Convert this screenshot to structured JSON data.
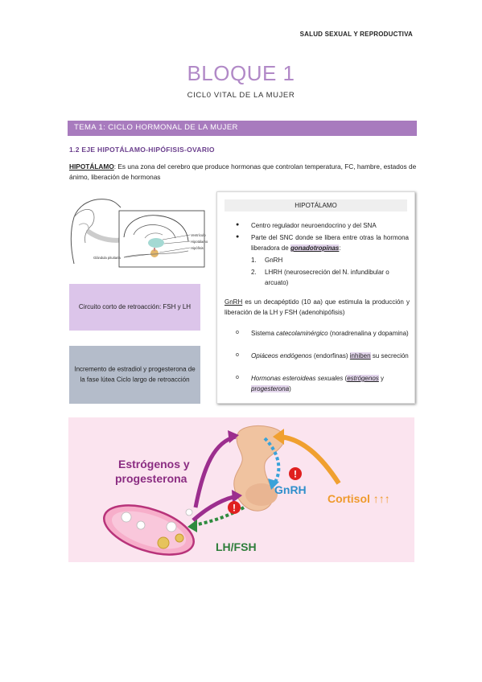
{
  "header": {
    "subject": "SALUD SEXUAL Y REPRODUCTIVA"
  },
  "title": "BLOQUE 1",
  "subtitle": "CICL0 VITAL DE LA MUJER",
  "topic": "TEMA 1: CICLO HORMONAL DE LA MUJER",
  "section": "1.2 EJE HIPOTÁLAMO-HIPÓFISIS-OVARIO",
  "hipotalamo_para": {
    "term": "HIPOTÁLAMO",
    "text": ": Es una zona del cerebro que produce hormonas que controlan temperatura, FC, hambre, estados de ánimo, liberación de hormonas"
  },
  "brain_labels": {
    "l1": "Ventrículo",
    "l2": "Hipotálamo",
    "l3": "Hipófisis",
    "l4": "Glándula pituitaria"
  },
  "boxes": {
    "short": "Circuito corto de retroacción: FSH y LH",
    "long": "Incremento de estradiol y progesterona de la fase lútea Ciclo largo de retroacción"
  },
  "panel": {
    "heading": "HIPOTÁLAMO",
    "b1": "Centro regulador neuroendocrino y del SNA",
    "b2a": "Parte del SNC donde se libera entre otras la",
    "b2b": "hormona liberadora de",
    "b2c": "gonadotropinas",
    "b2d": ":",
    "n1": "GnRH",
    "n2": "LHRH (neurosecreción del N. infundibular o arcuato)",
    "gnrh_term": "GnRH",
    "gnrh_rest_1": " es un decapéptido (10 aa) que estimula la",
    "gnrh_rest_2": "producción y liberación de la LH y FSH (adenohipófisis)",
    "s1a": "Sistema",
    "s1b": "catecolaminérgico",
    "s1c": "(noradrenalina y",
    "s1d": "dopamina)",
    "s2a": "Opiáceos endógenos",
    "s2b": "(endorfinas)",
    "s2c": "inhiben",
    "s2d": "su",
    "s2e": "secreción",
    "s3a": "Hormonas esteroideas sexuales",
    "s3b": "(",
    "s3c": "estrógenos",
    "s3d": "y",
    "s3e": "progesterona",
    "s3f": ")"
  },
  "diagram": {
    "estrogenos": "Estrógenos y",
    "progesterona": "progesterona",
    "gnrh": "GnRH",
    "lhfsh": "LH/FSH",
    "cortisol": "Cortisol ↑↑↑"
  }
}
